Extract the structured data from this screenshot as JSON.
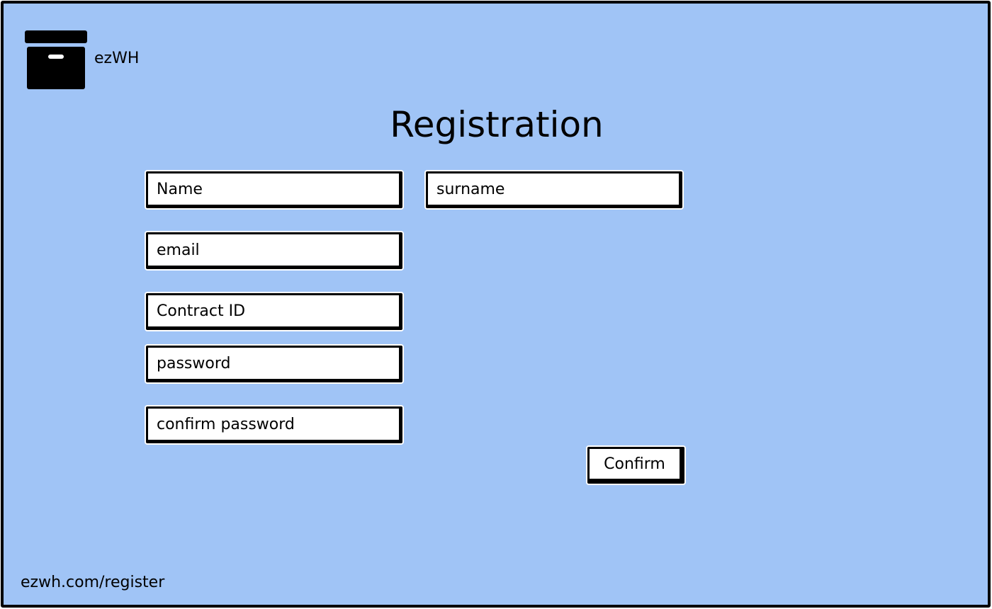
{
  "app": {
    "name": "ezWH",
    "logo_icon": "archive-box-icon"
  },
  "page": {
    "title": "Registration",
    "url": "ezwh.com/register"
  },
  "form": {
    "name": {
      "placeholder": "Name",
      "value": ""
    },
    "surname": {
      "placeholder": "surname",
      "value": ""
    },
    "email": {
      "placeholder": "email",
      "value": ""
    },
    "contract_id": {
      "placeholder": "Contract ID",
      "value": ""
    },
    "password": {
      "placeholder": "password",
      "value": ""
    },
    "confirm_password": {
      "placeholder": "confirm password",
      "value": ""
    },
    "confirm_label": "Confirm"
  },
  "colors": {
    "background": "#a0c4f6",
    "border": "#000000",
    "field_background": "#ffffff"
  }
}
